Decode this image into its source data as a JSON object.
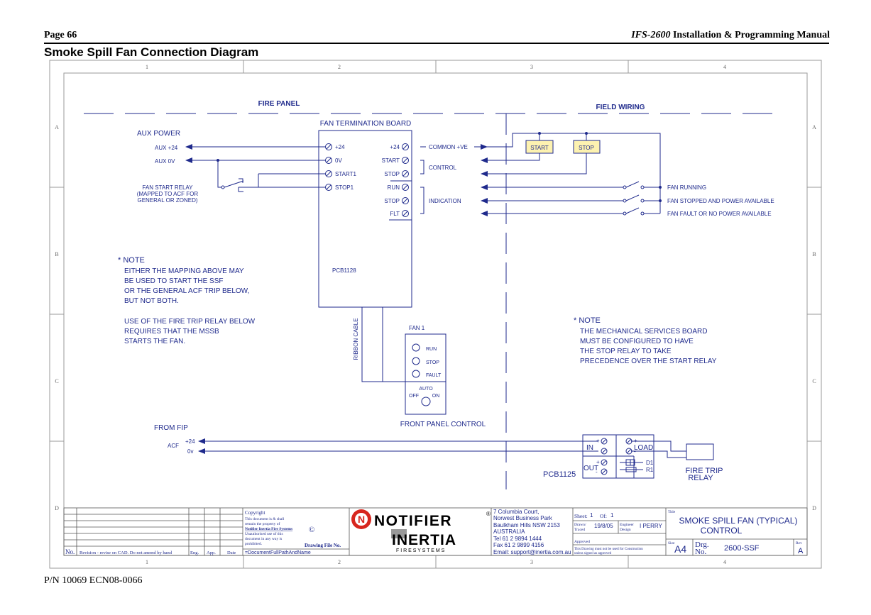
{
  "header": {
    "page_label": "Page 66",
    "manual_model": "IFS-2600",
    "manual_title_rest": " Installation & Programming Manual"
  },
  "page_title": "Smoke Spill Fan Connection Diagram",
  "footer": {
    "part_number": "P/N 10069 ECN08-0066"
  },
  "colors": {
    "ink": "#1f2a8c",
    "relay_fill": "#fdf2b0",
    "notifier_red": "#d7261e",
    "text_black": "#000000",
    "grid_grey": "#999999"
  },
  "border": {
    "columns": [
      "1",
      "2",
      "3",
      "4"
    ],
    "rows": [
      "A",
      "B",
      "C",
      "D"
    ]
  },
  "diagram": {
    "fire_panel_label": "FIRE PANEL",
    "field_wiring_label": "FIELD WIRING",
    "termination_board_label": "FAN TERMINATION BOARD",
    "pcb_label": "PCB1128",
    "aux_power_label": "AUX POWER",
    "aux_plus24": "AUX +24",
    "aux_0v": "AUX 0V",
    "fan_start_relay": [
      "FAN START RELAY",
      "(MAPPED TO ACF FOR",
      "GENERAL OR ZONED)"
    ],
    "left_terminals": [
      "+24",
      "0V",
      "START1",
      "STOP1"
    ],
    "right_terminals": [
      "+24",
      "START",
      "STOP",
      "RUN",
      "STOP",
      "FLT"
    ],
    "common_label": "COMMON +VE",
    "control_label": "CONTROL",
    "indication_label": "INDICATION",
    "start_button": "START",
    "stop_button": "STOP",
    "fan_running": "FAN RUNNING",
    "fan_stopped": "FAN STOPPED AND POWER AVAILABLE",
    "fan_fault": "FAN FAULT OR NO POWER AVAILABLE",
    "note1": {
      "title": "* NOTE",
      "lines": [
        "EITHER THE MAPPING ABOVE MAY",
        "BE USED TO START THE SSF",
        "OR THE GENERAL ACF TRIP BELOW,",
        "BUT NOT BOTH.",
        "",
        "USE OF THE FIRE TRIP RELAY BELOW",
        "REQUIRES THAT THE MSSB",
        "STARTS THE FAN."
      ]
    },
    "note2": {
      "title": "* NOTE",
      "lines": [
        "THE MECHANICAL SERVICES BOARD",
        "MUST BE CONFIGURED TO HAVE",
        "THE STOP RELAY TO TAKE",
        "PRECEDENCE OVER THE START RELAY"
      ]
    },
    "ribbon_cable": "RIBBON CABLE",
    "fan1_label": "FAN 1",
    "fan1_leds": [
      "RUN",
      "STOP",
      "FAULT"
    ],
    "auto_label": "AUTO",
    "off_label": "OFF",
    "on_label": "ON",
    "front_panel_label": "FRONT PANEL CONTROL",
    "from_fip": "FROM FIP",
    "acf_label": "ACF",
    "acf_plus24": "+24",
    "acf_0v": "0v",
    "pcb1125": "PCB1125",
    "in_label": "IN",
    "out_label": "OUT",
    "load_label": "LOAD",
    "plus": "+",
    "minus": "-",
    "d1": "D1",
    "r1": "R1",
    "fire_trip_relay": [
      "FIRE TRIP",
      "RELAY"
    ]
  },
  "title_block": {
    "copyright": [
      "Copyright",
      "This document is & shall",
      "remain the property of",
      "Notifier Inertia Fire Systems",
      "Unauthorised use of this",
      "document in any way is",
      "prohibited."
    ],
    "copyright_symbol": "©",
    "drawing_file_no": "Drawing File No.",
    "file_path": "=DocumentFullPathAndName",
    "revision_cols": [
      "No.",
      "Revision - revise on CAD.  Do not amend by hand",
      "Eng.",
      "App.",
      "Date"
    ],
    "brand_notifier": "NOTIFIER",
    "brand_registered": "®",
    "brand_inertia": "INERTIA",
    "brand_sub": "F I R E    S Y S T E M S",
    "address": [
      "7 Columbia Court,",
      "Norwest Business Park",
      "Baulkham Hills NSW 2153",
      " AUSTRALIA",
      "Tel   61 2 9894 1444",
      "Fax  61 2 9899 4156",
      "Email: support@inertia.com.au"
    ],
    "sheet_label": "Sheet:",
    "sheet_value": "1",
    "of_label": "Of:",
    "of_value": "1",
    "drawn_label": "Drawn/",
    "traced_label": "Traced",
    "date_value": "19/8/05",
    "engineer_label": "Engineer",
    "design_label": "Design",
    "engineer_value": "I PERRY",
    "approved_label": "Approved",
    "construction_note": [
      "This Drawing must not be used for Construction",
      "unless signed as approved"
    ],
    "title_label": "Title",
    "title_lines": [
      "SMOKE SPILL FAN (TYPICAL)",
      "CONTROL"
    ],
    "size_label": "Size",
    "size_value": "A4",
    "drg_label": "Drg.",
    "no_label": "No.",
    "drg_value": "2600-SSF",
    "rev_label": "Rev",
    "rev_value": "A"
  }
}
